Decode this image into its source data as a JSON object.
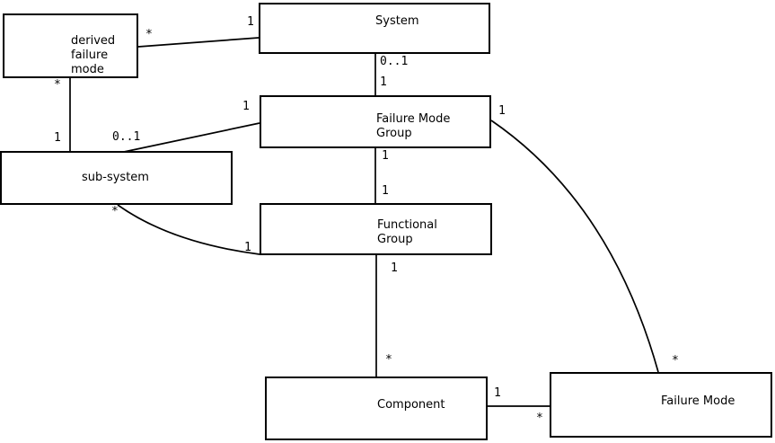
{
  "diagram": {
    "colors": {
      "background": "#ffffff",
      "line": "#000000",
      "text": "#000000"
    },
    "boxes": {
      "derived_failure_mode": {
        "label": "derived\nfailure\nmode"
      },
      "system": {
        "label": "System"
      },
      "failure_mode_group": {
        "label": "Failure Mode\nGroup"
      },
      "sub_system": {
        "label": "sub-system"
      },
      "functional_group": {
        "label": "Functional\nGroup"
      },
      "component": {
        "label": "Component"
      },
      "failure_mode": {
        "label": "Failure Mode"
      }
    },
    "multiplicities": {
      "dfm_to_system_near_dfm": "*",
      "dfm_to_system_near_system": "1",
      "dfm_to_subsystem_near_dfm": "*",
      "dfm_to_subsystem_near_subsystem": "1",
      "system_to_fmg_near_system": "0..1",
      "system_to_fmg_near_fmg": "1",
      "fmg_to_subsystem_near_fmg": "1",
      "fmg_to_subsystem_near_subsystem": "0..1",
      "fmg_to_fg_near_fmg": "1",
      "fmg_to_fg_near_fg": "1",
      "fmg_to_fm_near_fmg": "1",
      "fmg_to_fm_near_fm": "*",
      "subsystem_to_fg_near_subsystem": "*",
      "subsystem_to_fg_near_fg": "1",
      "fg_to_component_near_fg": "1",
      "fg_to_component_near_component": "*",
      "component_to_fm_near_component": "1",
      "component_to_fm_near_fm": "*"
    }
  }
}
